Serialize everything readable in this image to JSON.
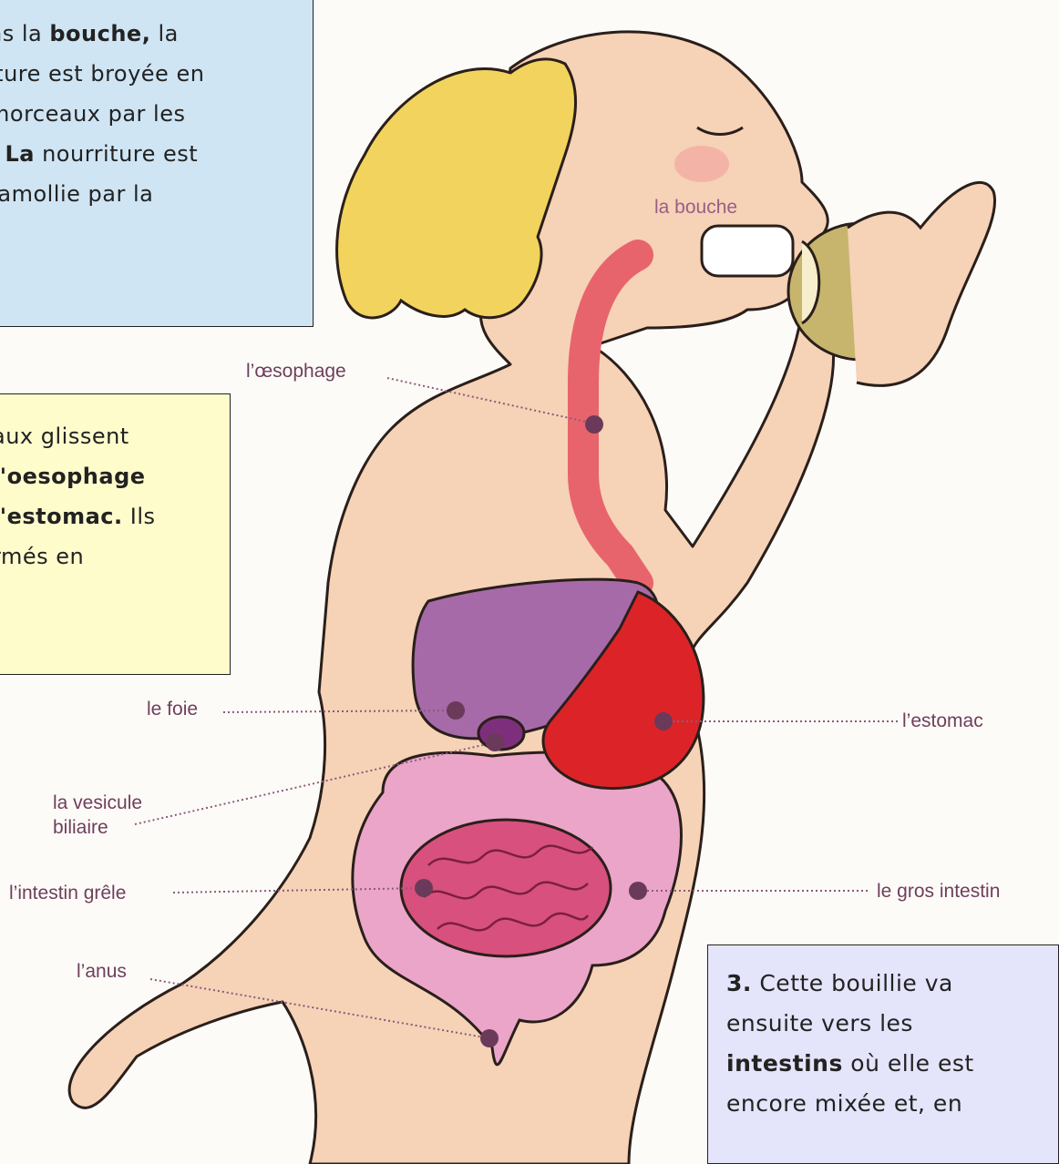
{
  "box1": {
    "lines": [
      [
        {
          "t": "ns la "
        },
        {
          "t": "bouche,",
          "b": true
        },
        {
          "t": " la"
        }
      ],
      [
        {
          "t": "iture est broyée en"
        }
      ],
      [
        {
          "t": " morceaux par les"
        }
      ],
      [
        {
          "t": ". La",
          "b": true
        },
        {
          "t": " nourriture est"
        }
      ],
      [
        {
          "t": "ramollie par la"
        }
      ],
      [
        {
          "t": ".",
          "b": true
        }
      ]
    ]
  },
  "box2": {
    "lines": [
      [
        {
          "t": "aux glissent"
        }
      ],
      [
        {
          "t": " "
        },
        {
          "t": "l'oesophage",
          "b": true
        }
      ],
      [
        {
          "t": " "
        },
        {
          "t": "l'estomac.",
          "b": true
        },
        {
          "t": " Ils"
        }
      ],
      [
        {
          "t": "rmés en"
        }
      ]
    ]
  },
  "box3": {
    "lines": [
      [
        {
          "t": "3.",
          "b": true
        },
        {
          "t": " Cette bouillie va"
        }
      ],
      [
        {
          "t": "ensuite vers les"
        }
      ],
      [
        {
          "t": "intestins",
          "b": true
        },
        {
          "t": " où elle est"
        }
      ],
      [
        {
          "t": "encore mixée et, en"
        }
      ]
    ]
  },
  "labels": {
    "bouche": "la bouche",
    "oesophage": "l’œsophage",
    "foie": "le foie",
    "estomac": "l’estomac",
    "vesicule_1": "la vesicule",
    "vesicule_2": "biliaire",
    "intestin_grele": "l’intestin grêle",
    "gros_intestin": "le gros intestin",
    "anus": "l’anus"
  },
  "colors": {
    "skin": "#f6d2b7",
    "hair": "#f2d35d",
    "liver": "#a66aa9",
    "stomach": "#dc2428",
    "gallbladder": "#7e2f7c",
    "small_intestine": "#d8507e",
    "large_intestine": "#eba5c9",
    "esophagus": "#e8646c",
    "apple": "#c7b56e",
    "label": "#6e3f5c",
    "box1_bg": "#cfe5f4",
    "box2_bg": "#fffccc",
    "box3_bg": "#e4e4fb"
  }
}
